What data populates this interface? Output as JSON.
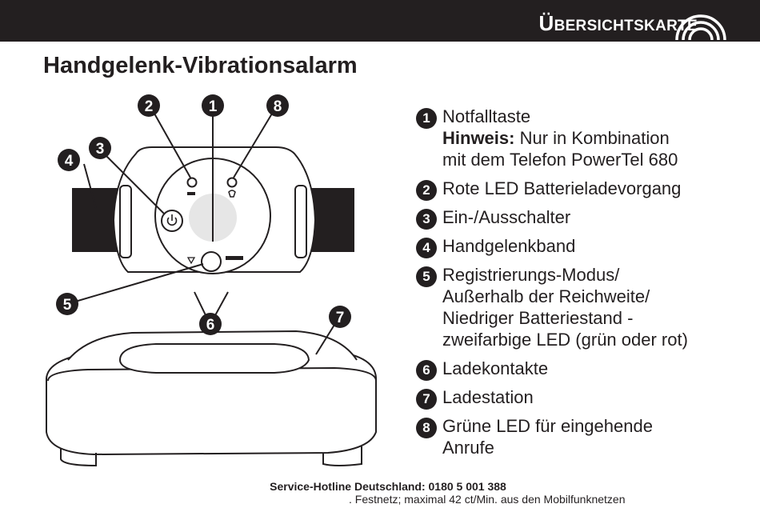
{
  "header": {
    "title_initial": "Ü",
    "title_rest": "BERSICHTSKARTE"
  },
  "page": {
    "title": "Handgelenk-Vibrationsalarm"
  },
  "legend": [
    {
      "num": "1",
      "lines": [
        "Notfalltaste"
      ],
      "note_label": "Hinweis:",
      "note_lines": [
        " Nur in Kombination",
        "mit dem Telefon PowerTel 680"
      ]
    },
    {
      "num": "2",
      "lines": [
        "Rote LED Batterieladevorgang"
      ]
    },
    {
      "num": "3",
      "lines": [
        "Ein-/Ausschalter"
      ]
    },
    {
      "num": "4",
      "lines": [
        "Handgelenkband"
      ]
    },
    {
      "num": "5",
      "lines": [
        "Registrierungs-Modus/",
        "Außerhalb der Reichweite/",
        "Niedriger Batteriestand -",
        "zweifarbige LED (grün oder rot)"
      ]
    },
    {
      "num": "6",
      "lines": [
        "Ladekontakte"
      ]
    },
    {
      "num": "7",
      "lines": [
        "Ladestation"
      ]
    },
    {
      "num": "8",
      "lines": [
        "Grüne LED für eingehende",
        "Anrufe"
      ]
    }
  ],
  "callouts": [
    "1",
    "2",
    "3",
    "4",
    "5",
    "6",
    "7",
    "8"
  ],
  "footer": {
    "hotline_label": "Service-Hotline Deutschland",
    "hotline_number": ": 0180 5 001 388",
    "pricing_fragment": ". Festnetz; maximal 42 ct/Min. aus den Mobilfunknetzen"
  },
  "colors": {
    "dark": "#231f20",
    "button_grey": "#e6e6e6",
    "background": "#ffffff"
  },
  "icons": [
    "power-icon",
    "battery-icon",
    "phone-ring-icon",
    "signal-icon",
    "alarm-icon"
  ]
}
